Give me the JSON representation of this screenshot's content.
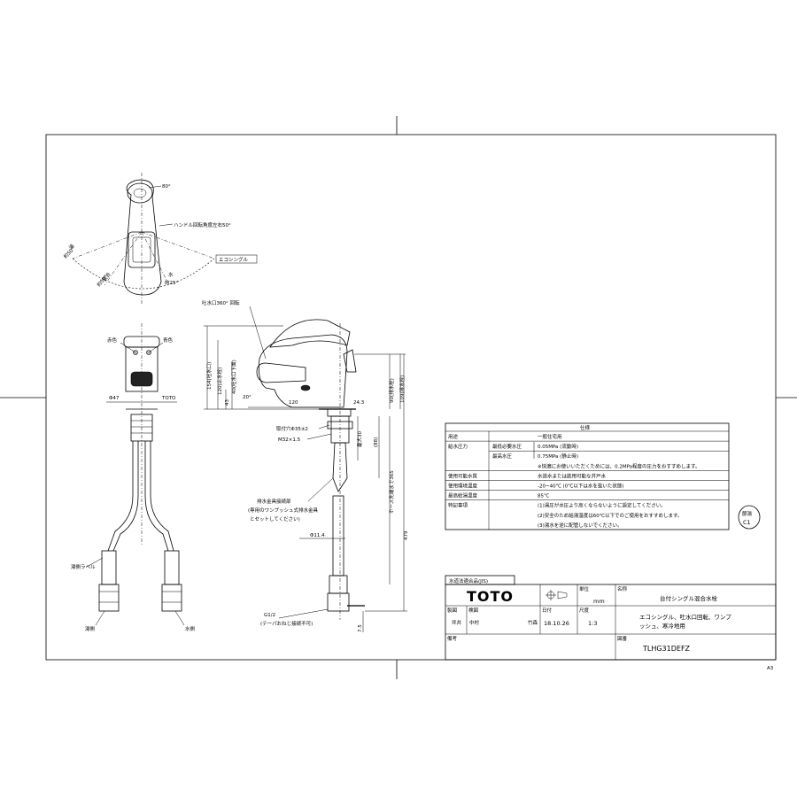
{
  "top_view": {
    "handle_label": "ハンドル回転角度左右50°",
    "angle_small": "80°",
    "hot_label": "湯",
    "hot_angle": "約50°",
    "mix_label": "混合",
    "mix_angle": "約50°",
    "cold_label": "水",
    "cold_angle": "約25°",
    "eco_label": "エコシングル"
  },
  "front_view": {
    "red_label": "赤色",
    "blue_label": "青色",
    "dia_label": "Φ47",
    "toto_label": "TOTO",
    "hot_side": "湯側",
    "cold_side": "水側",
    "hot_hose_label": "湯側ラベル"
  },
  "side_view": {
    "spout_rotation": "吐水口360° 回転",
    "dim_154": "154(吐水口)",
    "dim_120": "120(止水栓)",
    "dim_40": "40(吐水口下面)",
    "dim_43": "43",
    "angle_20": "20°",
    "dim_120h": "120",
    "dim_24_3": "24.3",
    "dim_90": "90(排水栓)",
    "dim_109": "109(排水栓)",
    "mount_hole": "取付穴Φ35±2",
    "thread": "M32×1.5",
    "max30": "最大30",
    "dim_88": "(88)",
    "hose_len": "ホース先端まで365",
    "dim_479": "479",
    "drain_note_1": "排水金具接続部",
    "drain_note_2": "(専用のワンプッシュ式排水金具",
    "drain_note_3": "とセットしてください)",
    "phi_11_4": "Φ11.4",
    "g12": "G1/2",
    "g12_note": "(テーパおねじ接続不可)",
    "dim_7_5": "7.5"
  },
  "spec_table": {
    "header": "仕様",
    "rows": [
      {
        "label": "用途",
        "sub": "",
        "value": "一般住宅用"
      },
      {
        "label": "給水圧力",
        "sub": "最低必要水圧",
        "value": "0.05MPa (流動時)"
      },
      {
        "label": "",
        "sub": "最高水圧",
        "value": "0.75MPa (静止時)"
      },
      {
        "label": "",
        "sub": "",
        "value": "※快適にお使いいただくためには、0.2MPa程度の圧力をおすすめします。"
      },
      {
        "label": "使用可能水質",
        "sub": "",
        "value": "水道水または飲用可能な井戸水"
      },
      {
        "label": "使用環境温度",
        "sub": "",
        "value": "-20~40℃ (0℃以下は水を抜いた状態)"
      },
      {
        "label": "最高給湯温度",
        "sub": "",
        "value": "85℃"
      },
      {
        "label": "特記事項",
        "sub": "",
        "value": "(1)湯圧が水圧より高くならないように設定してください。"
      },
      {
        "label": "",
        "sub": "",
        "value": "(2)安全のため給湯温度は60℃以下でのご使用をおすすめします。"
      },
      {
        "label": "",
        "sub": "",
        "value": "(3)湯水を逆に配管しないでください。"
      }
    ]
  },
  "stamp": {
    "line1": "節湯",
    "line2": "C1"
  },
  "title_block": {
    "jis_label": "水道法適合品(JIS)",
    "logo": "TOTO",
    "unit_label": "単位",
    "unit_value": "mm",
    "name_label": "名称",
    "name_value": "台付シングル混合水栓",
    "drawn_label": "製図",
    "checked_label": "検図",
    "drawn_name": "坪井",
    "checked_name": "中村",
    "approved_name": "竹森",
    "date_label": "日付",
    "date_value": "18.10.26",
    "scale_label": "尺度",
    "scale_value": "1:3",
    "desc_line1": "エコシングル、吐水口回転、ワンプ",
    "desc_line2": "ッシュ、寒冷地用",
    "remarks_label": "備考",
    "drawing_label": "図番",
    "drawing_value": "TLHG31DEFZ"
  },
  "sheet_size": "A3"
}
